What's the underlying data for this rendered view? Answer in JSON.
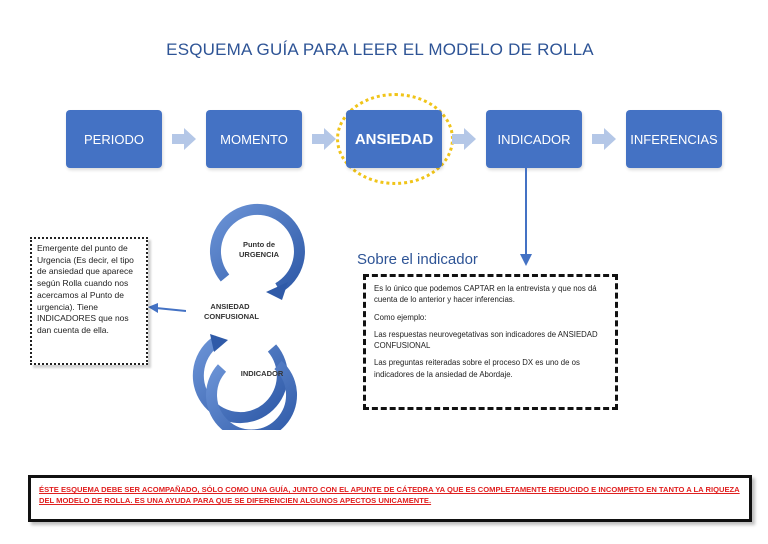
{
  "title": "ESQUEMA GUÍA PARA LEER EL MODELO DE ROLLA",
  "flow": [
    "PERIODO",
    "MOMENTO",
    "ANSIEDAD",
    "INDICADOR",
    "INFERENCIAS"
  ],
  "cycle": {
    "top": "Punto de URGENCIA",
    "middle": "ANSIEDAD CONFUSIONAL",
    "bottom": "INDICADOR"
  },
  "left_note": "Emergente del punto de Urgencia (Es decir, el tipo de ansiedad que aparece según Rolla cuando nos acercamos al Punto de urgencia). Tiene INDICADORES que nos dan cuenta de ella.",
  "indicator": {
    "title": "Sobre el indicador",
    "p1": "Es lo único que podemos CAPTAR en la entrevista y que nos dá cuenta de lo anterior y hacer inferencias.",
    "p2": "Como ejemplo:",
    "p3": "Las respuestas neurovegetativas son indicadores de ANSIEDAD CONFUSIONAL",
    "p4": "Las preguntas reiteradas sobre el proceso DX es uno de os indicadores de la ansiedad de Abordaje."
  },
  "footer": "ÉSTE ESQUEMA DEBE SER ACOMPAÑADO, SÓLO COMO UNA GUÍA, JUNTO CON EL APUNTE DE CÁTEDRA YA QUE ES COMPLETAMENTE REDUCIDO E INCOMPETO EN TANTO A LA RIQUEZA DEL MODELO DE ROLLA. ES UNA AYUDA PARA QUE SE DIFERENCIEN ALGUNOS APECTOS UNICAMENTE.",
  "colors": {
    "box_fill": "#4472c4",
    "arrow_fill": "#b4c7e7",
    "title": "#2e5496",
    "highlight": "#f0c419",
    "footer_text": "#e02020"
  }
}
